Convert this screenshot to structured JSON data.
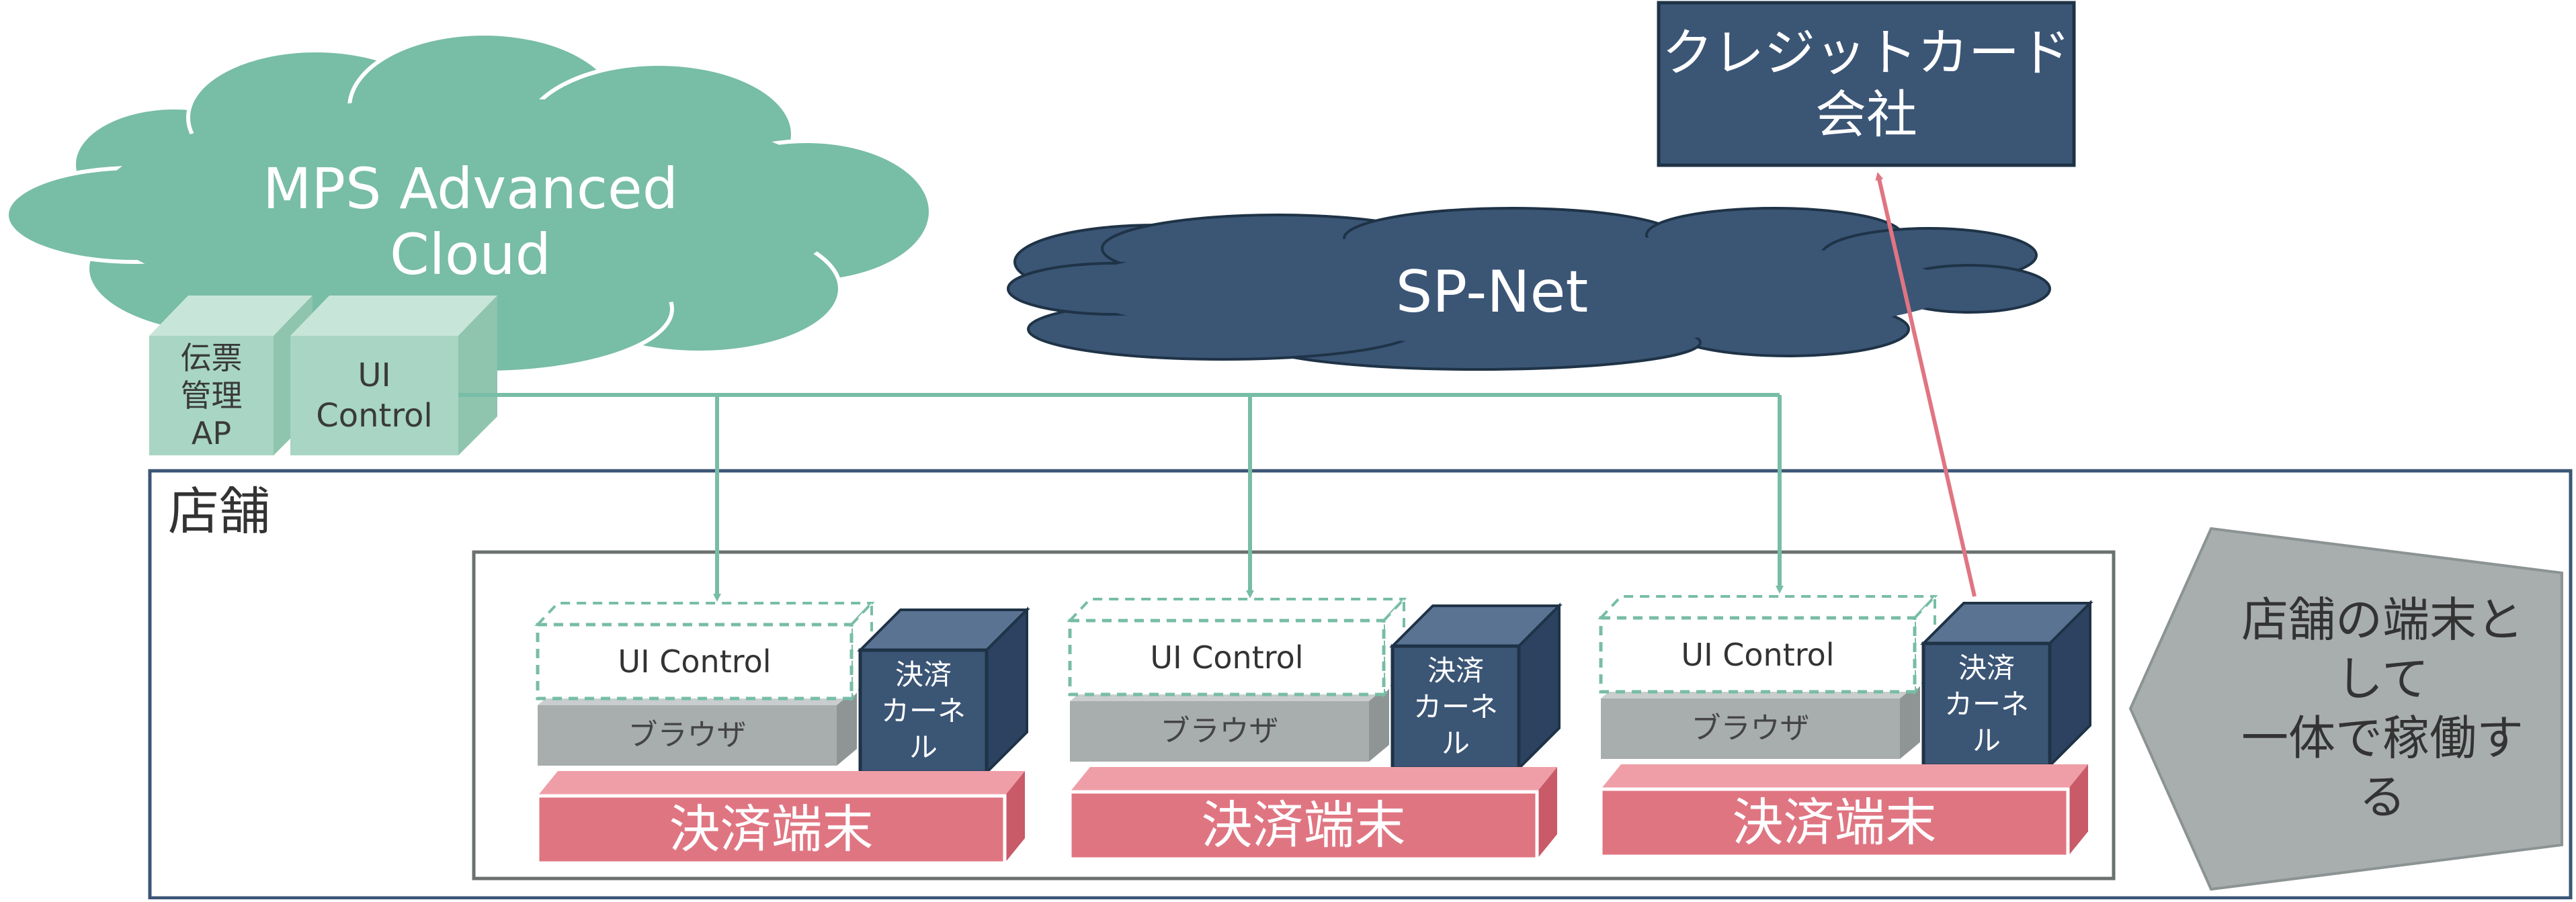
{
  "cloud_mps": {
    "label": "MPS Advanced\nCloud"
  },
  "cloud_sp": {
    "label": "SP-Net"
  },
  "credit_card": {
    "label": "クレジットカード\n会社"
  },
  "cloud_modules": [
    {
      "label": "伝票\n管理\nAP"
    },
    {
      "label": "UI\nControl"
    }
  ],
  "store": {
    "label": "店舗",
    "terminals": [
      {
        "ui_label": "UI Control",
        "browser_label": "ブラウザ",
        "kernel_label": "決済\nカーネ\nル",
        "terminal_label": "決済端末"
      },
      {
        "ui_label": "UI Control",
        "browser_label": "ブラウザ",
        "kernel_label": "決済\nカーネ\nル",
        "terminal_label": "決済端末"
      },
      {
        "ui_label": "UI Control",
        "browser_label": "ブラウザ",
        "kernel_label": "決済\nカーネ\nル",
        "terminal_label": "決済端末"
      }
    ]
  },
  "callout": {
    "label": "店舗の端末と\nして\n一体で稼働す\nる"
  },
  "colors": {
    "green": "#78bda6",
    "green_light": "#a8d5c4",
    "navy": "#3b5575",
    "pink": "#e07582",
    "gray": "#a8adad"
  }
}
